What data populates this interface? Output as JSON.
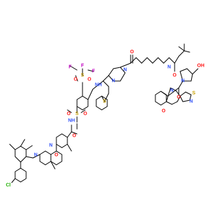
{
  "figure": {
    "kind": "chemical-structure",
    "background": "#ffffff",
    "bond_color": "#000000"
  },
  "element_colors": {
    "N": "#3050f8",
    "O": "#ff0d0d",
    "S": "#c8a000",
    "F": "#c000c0",
    "Cl": "#1fb000"
  },
  "atom_labels": [
    {
      "id": "cl",
      "text": "Cl",
      "element": "Cl"
    },
    {
      "id": "n-pip-left",
      "text": "N",
      "element": "N"
    },
    {
      "id": "n-pip-right",
      "text": "N",
      "element": "N"
    },
    {
      "id": "o-oxazine",
      "text": "O",
      "element": "O"
    },
    {
      "id": "o-amide-left",
      "text": "O",
      "element": "O"
    },
    {
      "id": "nh-sulfonamide",
      "text": "NH",
      "element": "N"
    },
    {
      "id": "s-sulfonamide",
      "text": "S",
      "element": "S"
    },
    {
      "id": "o-s1a",
      "text": "O",
      "element": "O"
    },
    {
      "id": "o-s1b",
      "text": "O",
      "element": "O"
    },
    {
      "id": "s-sulfonyl",
      "text": "S",
      "element": "S"
    },
    {
      "id": "o-s2a",
      "text": "O",
      "element": "O"
    },
    {
      "id": "o-s2b",
      "text": "O",
      "element": "O"
    },
    {
      "id": "f1",
      "text": "F",
      "element": "F"
    },
    {
      "id": "f2",
      "text": "F",
      "element": "F"
    },
    {
      "id": "f3",
      "text": "F",
      "element": "F"
    },
    {
      "id": "nh-aniline",
      "text": "NH",
      "element": "N"
    },
    {
      "id": "s-thioether",
      "text": "S",
      "element": "S"
    },
    {
      "id": "n-piperazine-a",
      "text": "N",
      "element": "N"
    },
    {
      "id": "n-piperazine-b",
      "text": "N",
      "element": "N"
    },
    {
      "id": "o-linker",
      "text": "O",
      "element": "O"
    },
    {
      "id": "nh-linker",
      "text": "N",
      "element": "N"
    },
    {
      "id": "o-amide-mid",
      "text": "O",
      "element": "O"
    },
    {
      "id": "n-proline",
      "text": "N",
      "element": "N"
    },
    {
      "id": "oh-proline",
      "text": "OH",
      "element": "O"
    },
    {
      "id": "o-amide-right",
      "text": "O",
      "element": "O"
    },
    {
      "id": "nh-right",
      "text": "N",
      "element": "N"
    },
    {
      "id": "s-thiazole",
      "text": "S",
      "element": "S"
    },
    {
      "id": "n-thiazole",
      "text": "N",
      "element": "N"
    },
    {
      "id": "o-oxepine",
      "text": "O",
      "element": "O"
    }
  ]
}
